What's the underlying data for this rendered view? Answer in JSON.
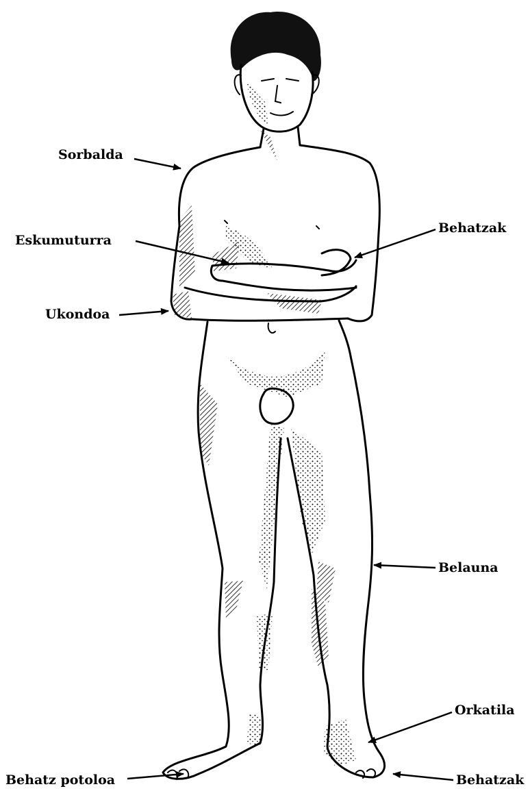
{
  "labels": {
    "sorbalda": "Sorbalda",
    "eskumuturra": "Eskumuturra",
    "ukondoa": "Ukondoa",
    "behatzak_hand": "Behatzak",
    "belauna": "Belauna",
    "orkatila": "Orkatila",
    "behatz_potoloa": "Behatz potoloa",
    "behatzak_foot": "Behatzak"
  }
}
